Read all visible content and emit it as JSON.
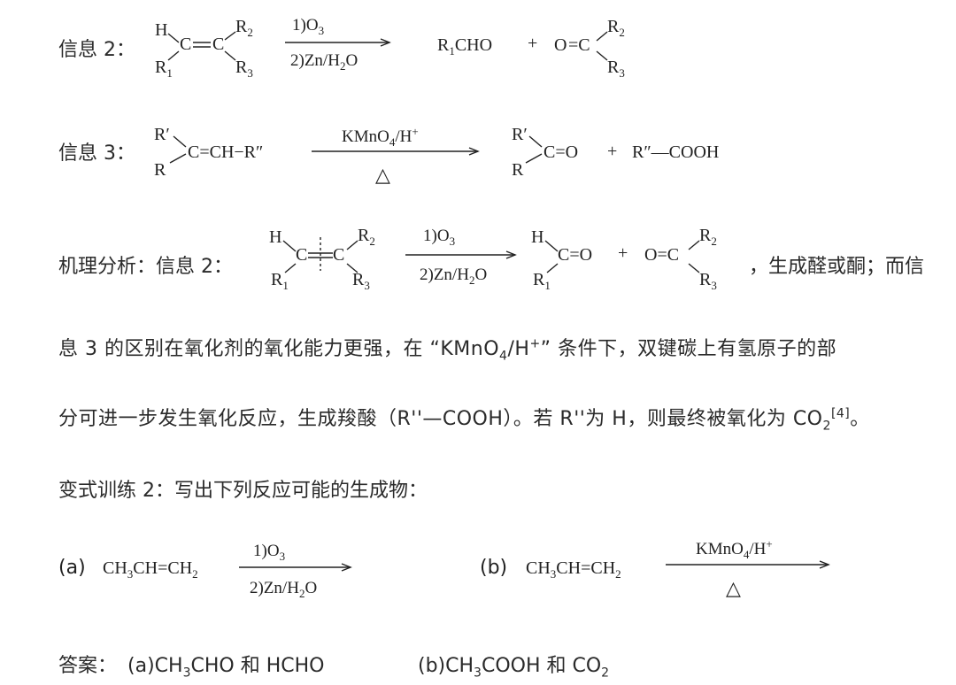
{
  "info2": {
    "label": "信息 2：",
    "reactant": {
      "h": "H",
      "r1": "R",
      "r1sub": "1",
      "c1": "C",
      "eq": "=",
      "c2": "C",
      "r2": "R",
      "r2sub": "2",
      "r3": "R",
      "r3sub": "3"
    },
    "cond_top": "1)O",
    "cond_top_sub": "3",
    "cond_bottom": "2)Zn/H",
    "cond_bottom_sub": "2",
    "cond_bottom_end": "O",
    "product1": "R",
    "product1_sub": "1",
    "product1_end": "CHO",
    "plus": "+",
    "product2_o": "O",
    "product2_eq": "=C",
    "product2_r2": "R",
    "product2_r2sub": "2",
    "product2_r3": "R",
    "product2_r3sub": "3"
  },
  "info3": {
    "label": "信息 3：",
    "r_prime": "R′",
    "r": "R",
    "chain": "C=CH−R″",
    "cond_top": "KMnO",
    "cond_top_sub": "4",
    "cond_top_end": "/H",
    "cond_top_sup": "+",
    "cond_bottom": "△",
    "product1_rp": "R′",
    "product1_r": "R",
    "product1_co": "C=O",
    "plus": "+",
    "product2": "R″—COOH"
  },
  "mechanism": {
    "label": "机理分析：信息 2：",
    "reactant": {
      "h": "H",
      "c1": "C",
      "c2": "C",
      "r1": "R",
      "r1sub": "1",
      "r2": "R",
      "r2sub": "2",
      "r3": "R",
      "r3sub": "3"
    },
    "cond_top": "1)O",
    "cond_top_sub": "3",
    "cond_bottom": "2)Zn/H",
    "cond_bottom_sub": "2",
    "cond_bottom_end": "O",
    "product1": {
      "h": "H",
      "co": "C=O",
      "r1": "R",
      "r1sub": "1"
    },
    "plus": "+",
    "product2": {
      "oc": "O=C",
      "r2": "R",
      "r2sub": "2",
      "r3": "R",
      "r3sub": "3"
    },
    "tail": "，生成醛或酮；而信"
  },
  "paragraph": {
    "line1": "息 3 的区别在氧化剂的氧化能力更强，在 “KMnO",
    "line1_sub": "4",
    "line1_mid": "/H",
    "line1_sup": "+",
    "line1_end": "” 条件下，双键碳上有氢原子的部",
    "line2": "分可进一步发生氧化反应，生成羧酸（R''—COOH）。若 R''为 H，则最终被氧化为 CO",
    "line2_sub": "2",
    "line2_sup": "[4]",
    "line2_end": "。"
  },
  "exercise": {
    "title": "变式训练 2：写出下列反应可能的生成物：",
    "a_label": "(a)",
    "a_formula": "CH",
    "a_sub1": "3",
    "a_mid": "CH=CH",
    "a_sub2": "2",
    "a_cond_top": "1)O",
    "a_cond_top_sub": "3",
    "a_cond_bottom": "2)Zn/H",
    "a_cond_bottom_sub": "2",
    "a_cond_bottom_end": "O",
    "b_label": "(b)",
    "b_formula": "CH",
    "b_sub1": "3",
    "b_mid": "CH=CH",
    "b_sub2": "2",
    "b_cond_top": "KMnO",
    "b_cond_top_sub": "4",
    "b_cond_top_end": "/H",
    "b_cond_top_sup": "+",
    "b_cond_bottom": "△"
  },
  "answer": {
    "label": "答案：",
    "a": "(a)CH",
    "a_sub": "3",
    "a_end": "CHO 和 HCHO",
    "b": "(b)CH",
    "b_sub": "3",
    "b_end": "COOH 和 CO",
    "b_sub2": "2"
  }
}
